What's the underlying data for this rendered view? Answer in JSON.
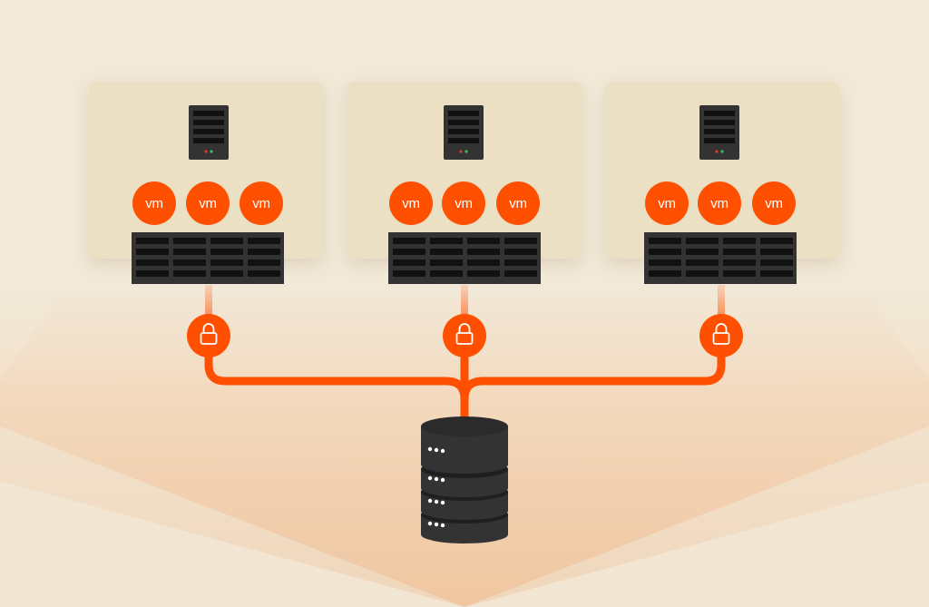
{
  "diagram": {
    "colors": {
      "background": "#f2e9d8",
      "card": "#ebdfc4",
      "accent": "#fe5000",
      "hardware": "#333333",
      "hardware_slot": "#111111",
      "glow": "#f2c9a4"
    },
    "hosts": [
      {
        "server_icon": "server-tower-icon",
        "vms": [
          {
            "label": "vm",
            "icon": "vmware-logo-icon"
          },
          {
            "label": "vm",
            "icon": "vmware-logo-icon"
          },
          {
            "label": "vm",
            "icon": "vmware-logo-icon"
          }
        ],
        "storage_icon": "disk-array-icon",
        "link_icon": "lock-icon"
      },
      {
        "server_icon": "server-tower-icon",
        "vms": [
          {
            "label": "vm",
            "icon": "vmware-logo-icon"
          },
          {
            "label": "vm",
            "icon": "vmware-logo-icon"
          },
          {
            "label": "vm",
            "icon": "vmware-logo-icon"
          }
        ],
        "storage_icon": "disk-array-icon",
        "link_icon": "lock-icon"
      },
      {
        "server_icon": "server-tower-icon",
        "vms": [
          {
            "label": "vm",
            "icon": "vmware-logo-icon"
          },
          {
            "label": "vm",
            "icon": "vmware-logo-icon"
          },
          {
            "label": "vm",
            "icon": "vmware-logo-icon"
          }
        ],
        "storage_icon": "disk-array-icon",
        "link_icon": "lock-icon"
      }
    ],
    "central_storage_icon": "database-stack-icon"
  }
}
